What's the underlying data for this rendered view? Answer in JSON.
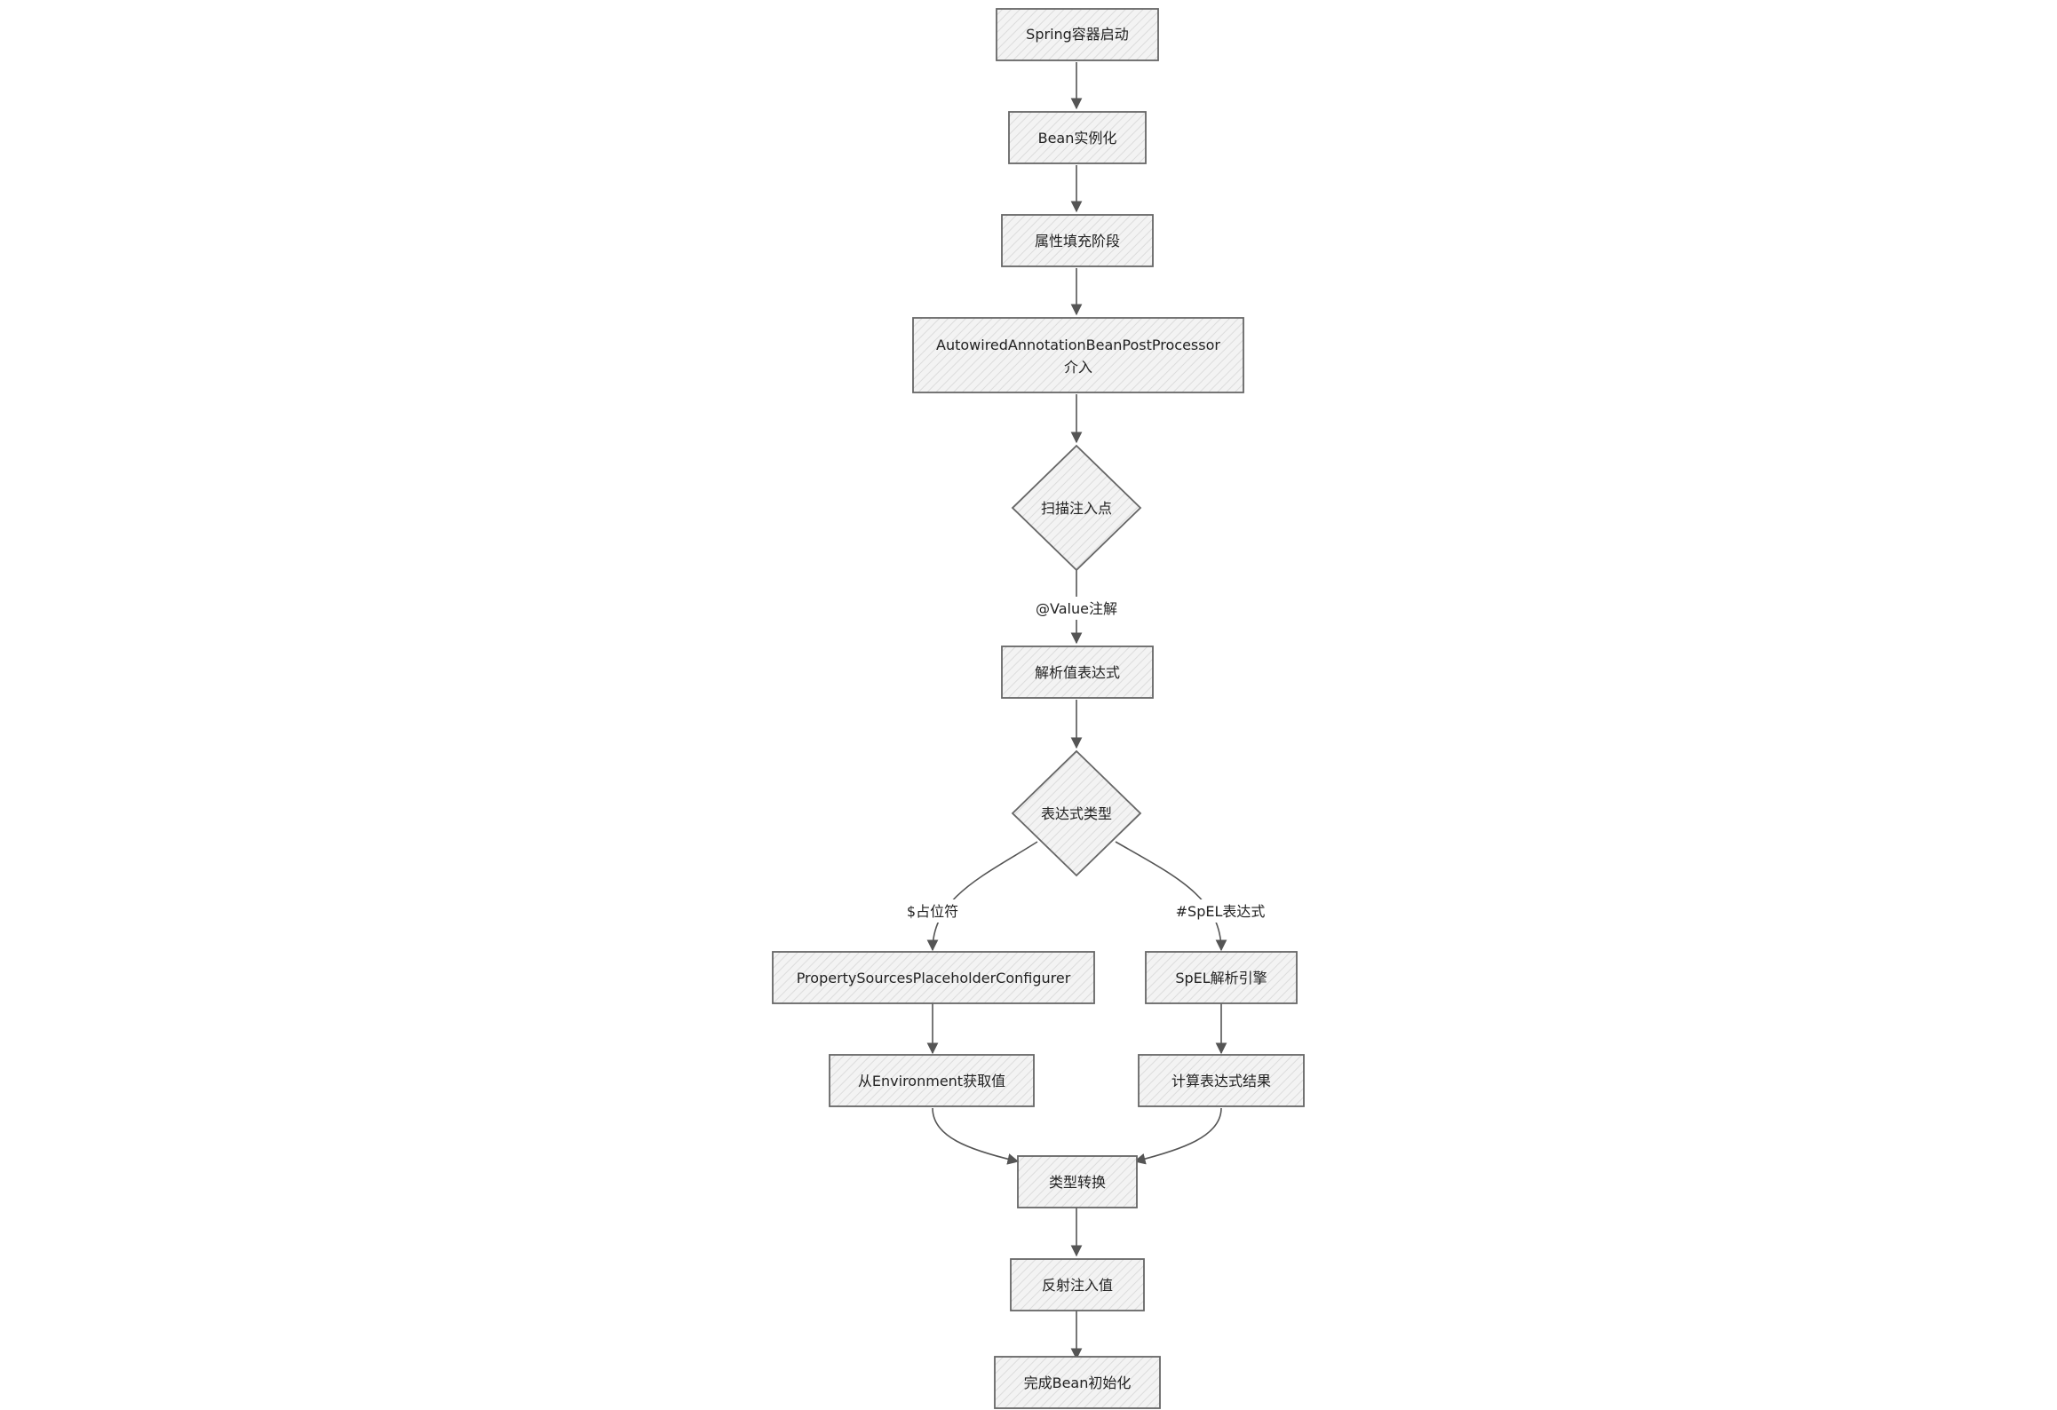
{
  "diagram": {
    "nodes": {
      "start": "Spring容器启动",
      "instantiate": "Bean实例化",
      "populate": "属性填充阶段",
      "processor_line1": "AutowiredAnnotationBeanPostProcessor",
      "processor_line2": "介入",
      "scan": "扫描注入点",
      "parse": "解析值表达式",
      "expr_type": "表达式类型",
      "pspc": "PropertySourcesPlaceholderConfigurer",
      "spel_engine": "SpEL解析引擎",
      "from_env": "从Environment获取值",
      "compute": "计算表达式结果",
      "convert": "类型转换",
      "inject": "反射注入值",
      "done": "完成Bean初始化"
    },
    "edge_labels": {
      "value_annotation": "@Value注解",
      "placeholder": "$占位符",
      "spel": "#SpEL表达式"
    },
    "colors": {
      "node_fill": "#efefef",
      "node_stroke": "#666666",
      "edge": "#555555",
      "text": "#222222"
    }
  }
}
